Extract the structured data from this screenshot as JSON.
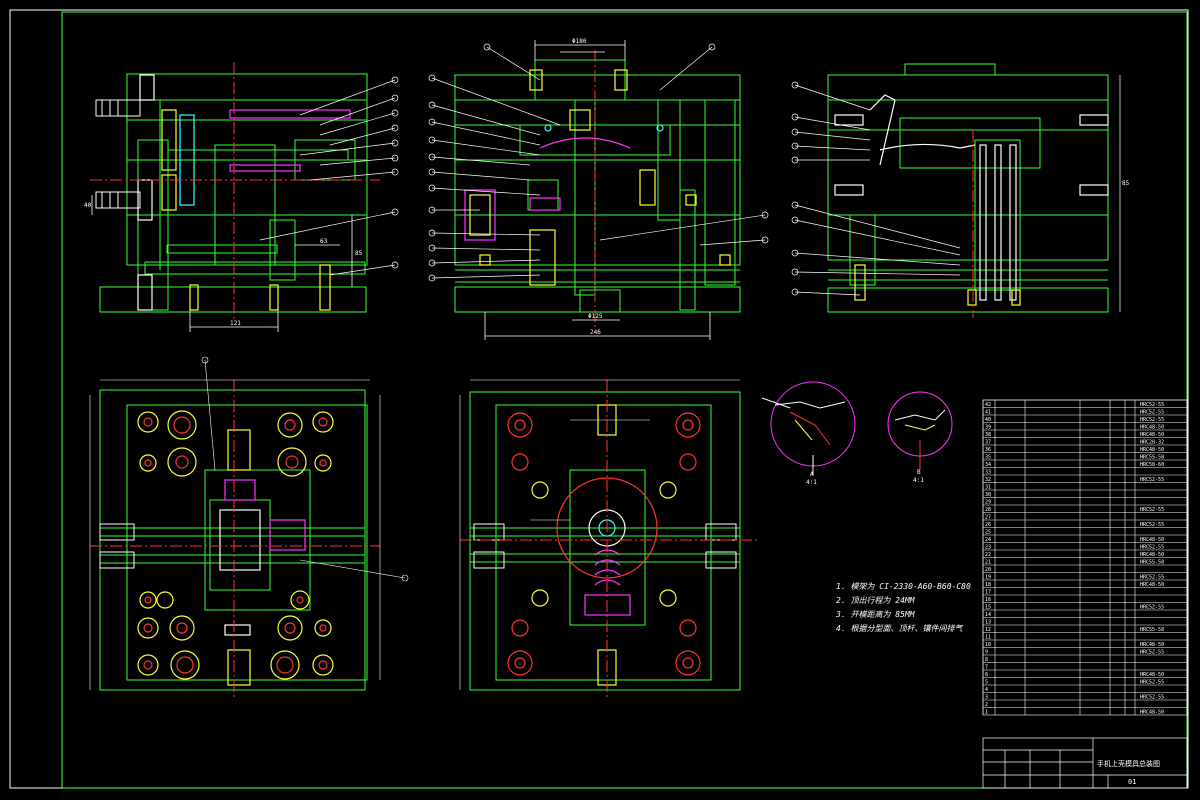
{
  "sheet": {
    "background": "#000000",
    "frame_color": "#4dff4d",
    "line_color": "#33ff33",
    "center_line_color": "#ff3333",
    "dimension_color": "#ffffff",
    "accent_yellow": "#ffff33",
    "accent_magenta": "#ff33ff",
    "accent_cyan": "#33ffff"
  },
  "views": {
    "front_left": {
      "dim_bottom": "121",
      "dim_right": "40",
      "dim_h": "63",
      "dim_v": "85"
    },
    "front_middle": {
      "dim_top": "Φ180",
      "dim_bottom_a": "Φ125",
      "dim_bottom_b": "246"
    },
    "side_right": {
      "dim_right": "85"
    },
    "section_a": {
      "label": "A",
      "scale": "4:1"
    },
    "section_b": {
      "label": "B",
      "scale": "4:1"
    }
  },
  "notes": {
    "line1": "1. 模架为 CI-2330-A60-B60-C80",
    "line2": "2. 顶出行程为 24MM",
    "line3": "3. 开模距离为 85MM",
    "line4": "4. 根据分型面、顶杆、镶件间排气"
  },
  "title_block": {
    "title": "手机上壳模具总装图",
    "sheet_no": "01"
  },
  "bom": {
    "rows": [
      {
        "no": "42",
        "code": "HRC52-55"
      },
      {
        "no": "41",
        "code": "HRC52-55"
      },
      {
        "no": "40",
        "code": "HRC52-55"
      },
      {
        "no": "39",
        "code": "HRC48-50"
      },
      {
        "no": "38",
        "code": "HRC48-50"
      },
      {
        "no": "37",
        "code": "HRC28-32"
      },
      {
        "no": "36",
        "code": "HRC48-50"
      },
      {
        "no": "35",
        "code": "HRC55-58"
      },
      {
        "no": "34",
        "code": "HRC58-60"
      },
      {
        "no": "33",
        "code": ""
      },
      {
        "no": "32",
        "code": "HRC52-55"
      },
      {
        "no": "31",
        "code": ""
      },
      {
        "no": "30",
        "code": ""
      },
      {
        "no": "29",
        "code": ""
      },
      {
        "no": "28",
        "code": "HRC52-55"
      },
      {
        "no": "27",
        "code": ""
      },
      {
        "no": "26",
        "code": "HRC52-55"
      },
      {
        "no": "25",
        "code": ""
      },
      {
        "no": "24",
        "code": "HRC48-50"
      },
      {
        "no": "23",
        "code": "HRC52-55"
      },
      {
        "no": "22",
        "code": "HRC48-50"
      },
      {
        "no": "21",
        "code": "HRC55-58"
      },
      {
        "no": "20",
        "code": ""
      },
      {
        "no": "19",
        "code": "HRC52-55"
      },
      {
        "no": "18",
        "code": "HRC48-50"
      },
      {
        "no": "17",
        "code": ""
      },
      {
        "no": "16",
        "code": ""
      },
      {
        "no": "15",
        "code": "HRC52-55"
      },
      {
        "no": "14",
        "code": ""
      },
      {
        "no": "13",
        "code": ""
      },
      {
        "no": "12",
        "code": "HRC55-58"
      },
      {
        "no": "11",
        "code": ""
      },
      {
        "no": "10",
        "code": "HRC48-50"
      },
      {
        "no": "9",
        "code": "HRC52-55"
      },
      {
        "no": "8",
        "code": ""
      },
      {
        "no": "7",
        "code": ""
      },
      {
        "no": "6",
        "code": "HRC48-50"
      },
      {
        "no": "5",
        "code": "HRC52-55"
      },
      {
        "no": "4",
        "code": ""
      },
      {
        "no": "3",
        "code": "HRC52-55"
      },
      {
        "no": "2",
        "code": ""
      },
      {
        "no": "1",
        "code": "HRC48-50"
      }
    ]
  }
}
